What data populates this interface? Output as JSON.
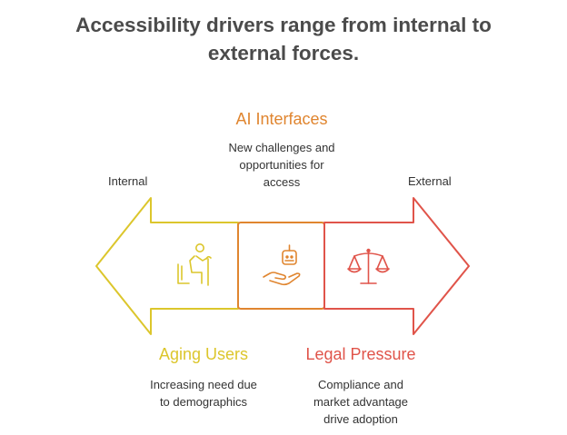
{
  "title": {
    "line1": "Accessibility drivers range from internal to",
    "line2": "external forces."
  },
  "scale": {
    "left_label": "Internal",
    "right_label": "External"
  },
  "drivers": [
    {
      "heading": "Aging Users",
      "description": [
        "Increasing need due",
        "to demographics"
      ],
      "icon": "elderly-person-with-cane-icon",
      "color": "#dcc62c"
    },
    {
      "heading": "AI Interfaces",
      "description": [
        "New challenges and",
        "opportunities for",
        "access"
      ],
      "icon": "robot-on-hand-icon",
      "color": "#e0852f"
    },
    {
      "heading": "Legal Pressure",
      "description": [
        "Compliance and",
        "market advantage",
        "drive adoption"
      ],
      "icon": "balance-scale-icon",
      "color": "#e0544a"
    }
  ],
  "colors": {
    "title": "#4b4b4b",
    "text": "#333333",
    "yellow": "#dcc62c",
    "orange": "#e0852f",
    "red": "#e0544a"
  }
}
